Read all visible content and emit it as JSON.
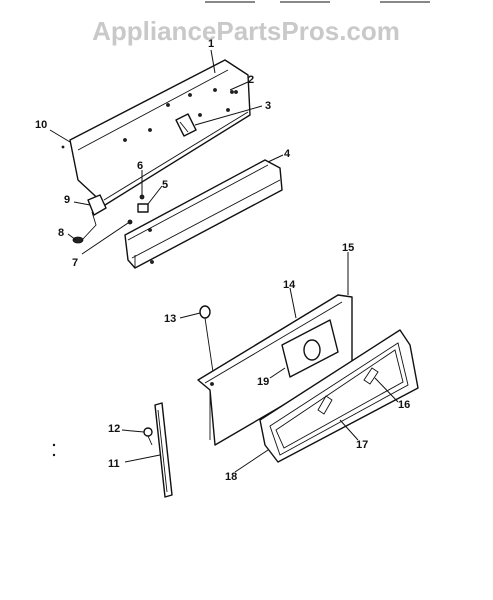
{
  "watermark": "AppliancePartsPros.com",
  "callouts": [
    {
      "id": "1",
      "label": "1"
    },
    {
      "id": "2",
      "label": "2"
    },
    {
      "id": "3",
      "label": "3"
    },
    {
      "id": "4",
      "label": "4"
    },
    {
      "id": "5",
      "label": "5"
    },
    {
      "id": "6",
      "label": "6"
    },
    {
      "id": "7",
      "label": "7"
    },
    {
      "id": "8",
      "label": "8"
    },
    {
      "id": "9",
      "label": "9"
    },
    {
      "id": "10",
      "label": "10"
    },
    {
      "id": "11",
      "label": "11"
    },
    {
      "id": "12",
      "label": "12"
    },
    {
      "id": "13",
      "label": "13"
    },
    {
      "id": "14",
      "label": "14"
    },
    {
      "id": "15",
      "label": "15"
    },
    {
      "id": "16",
      "label": "16"
    },
    {
      "id": "17",
      "label": "17"
    },
    {
      "id": "18",
      "label": "18"
    },
    {
      "id": "19",
      "label": "19"
    }
  ]
}
